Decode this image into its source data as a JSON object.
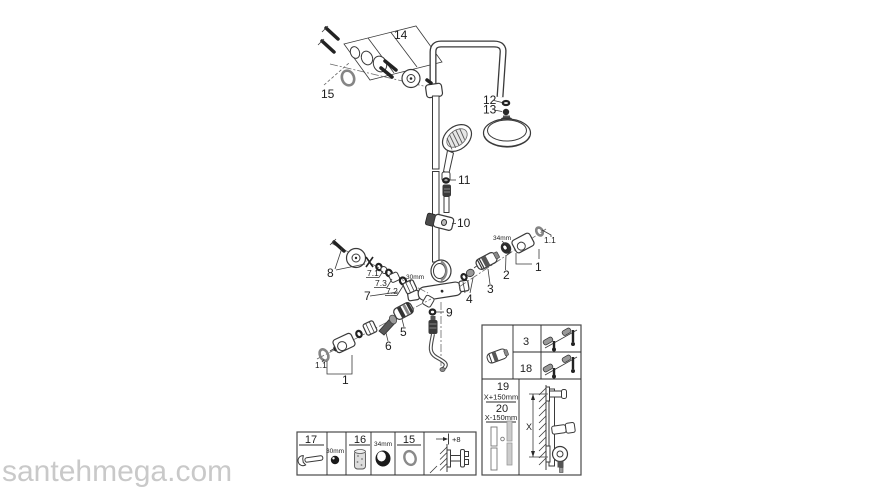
{
  "watermark": {
    "text": "santehmega.com",
    "color": "#c9c9c9"
  },
  "diagram": {
    "background": "#ffffff",
    "line_color": "#3a3a3a",
    "labels": {
      "p14": "14",
      "p15": "15",
      "p12": "12",
      "p13": "13",
      "p11": "11",
      "p10": "10",
      "p8": "8",
      "p7_1": "7.1",
      "p7_3": "7.3",
      "p7_2": "7.2",
      "p7": "7",
      "mm30": "30mm",
      "mm34": "34mm",
      "p4": "4",
      "p3": "3",
      "p2": "2",
      "p1": "1",
      "p1_1": "1.1",
      "p9": "9",
      "p5": "5",
      "p6": "6",
      "p1b": "1",
      "p1_1b": "1.1"
    },
    "kit_box": {
      "c17": "17",
      "c17_dim": "30mm",
      "c16": "16",
      "c16_dim": "34mm",
      "c15": "15",
      "c_offset": "+8"
    },
    "screw_box": {
      "r3": "3",
      "r18": "18"
    },
    "rail_box": {
      "p19": "19",
      "p19_dim": "X+150mm",
      "p20": "20",
      "p20_dim": "X-150mm",
      "x": "X"
    }
  }
}
